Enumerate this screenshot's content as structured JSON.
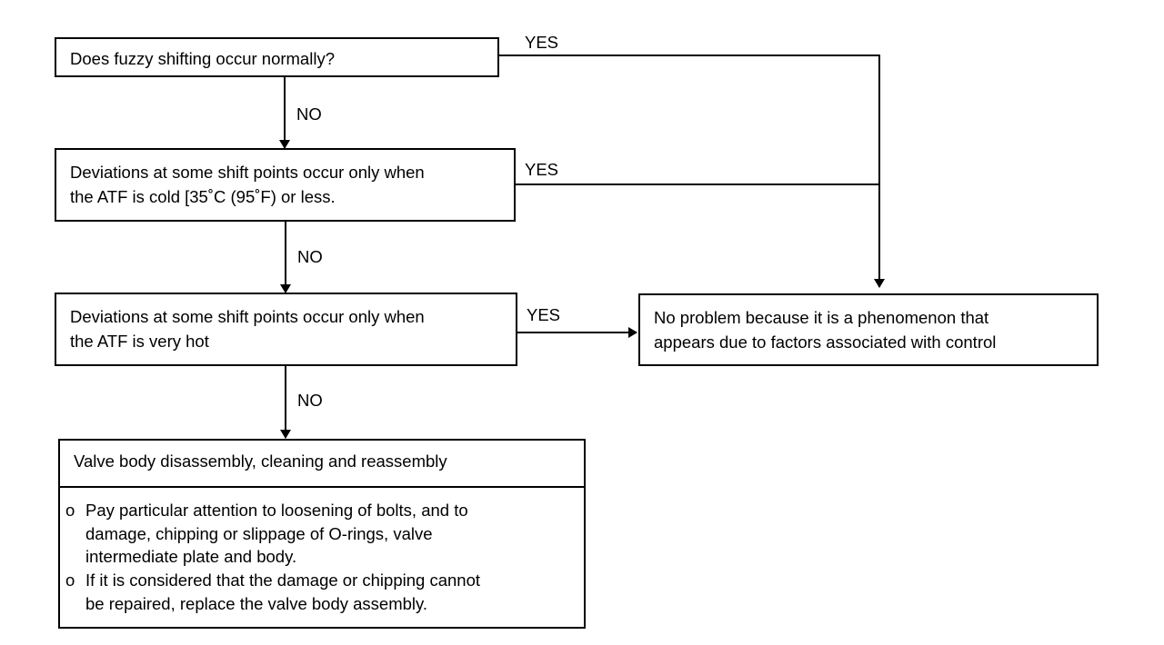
{
  "q1": "Does fuzzy shifting occur normally?",
  "q2": {
    "line1": "Deviations at some shift points occur only when",
    "line2": "the ATF is cold [35˚C (95˚F) or less."
  },
  "q3": {
    "line1": "Deviations at some shift points occur only when",
    "line2": "the ATF is very hot"
  },
  "result": {
    "line1": "No problem because it is a phenomenon that",
    "line2": "appears due to factors associated with control"
  },
  "action": {
    "title": "Valve body disassembly, cleaning and reassembly",
    "notes": [
      {
        "mark": "o",
        "lines": [
          "Pay particular attention to loosening of bolts, and to",
          "damage, chipping or slippage of O-rings, valve",
          "intermediate plate and body."
        ]
      },
      {
        "mark": "o",
        "lines": [
          "If it is considered that the damage or chipping cannot",
          "be repaired, replace the valve body assembly."
        ]
      }
    ]
  },
  "labels": {
    "yes": "YES",
    "no": "NO"
  }
}
